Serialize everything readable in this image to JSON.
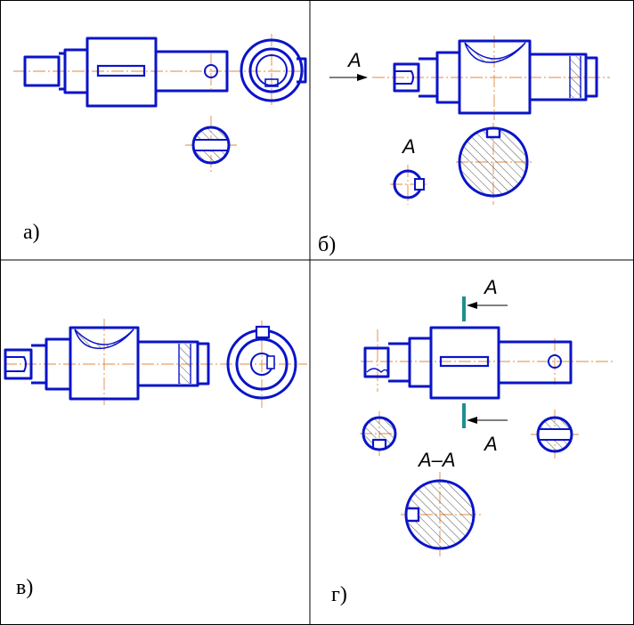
{
  "panels": [
    {
      "label": "а)"
    },
    {
      "label": "б)",
      "view_mark": "А",
      "section_mark": "А"
    },
    {
      "label": "в)"
    },
    {
      "label": "г)",
      "cut_mark_top": "А",
      "cut_mark_bottom": "А",
      "section_title": "А–А"
    }
  ],
  "colors": {
    "part": "#0a14c8",
    "axis": "#e08a3c",
    "hatch": "#404040",
    "cut_plane": "#1f8f8f"
  }
}
